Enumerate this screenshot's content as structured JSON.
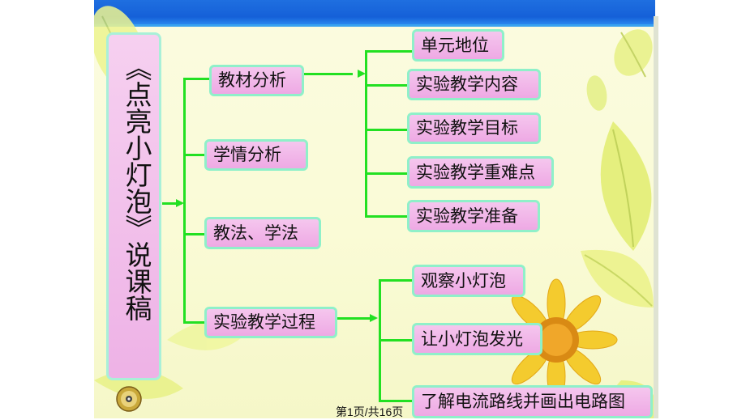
{
  "slide": {
    "title": "《点亮小灯泡》说课稿",
    "page_indicator": "第1页/共16页"
  },
  "tree": {
    "branches": [
      {
        "label": "教材分析",
        "children": [
          "单元地位",
          "实验教学内容",
          "实验教学目标",
          "实验教学重难点",
          "实验教学准备"
        ]
      },
      {
        "label": "学情分析",
        "children": []
      },
      {
        "label": "教法、学法",
        "children": []
      },
      {
        "label": "实验教学过程",
        "children": [
          "观察小灯泡",
          "让小灯泡发光",
          "了解电流路线并画出电路图"
        ]
      }
    ]
  },
  "colors": {
    "box_fill": "#f0b4e8",
    "box_border": "#8ff0c9",
    "connector": "#22e022",
    "top_bar": "#1565d8",
    "slide_bg": "#fafbd8"
  },
  "icons": [
    "cd-disc-icon",
    "leaf-decoration",
    "sunflower-decoration"
  ]
}
